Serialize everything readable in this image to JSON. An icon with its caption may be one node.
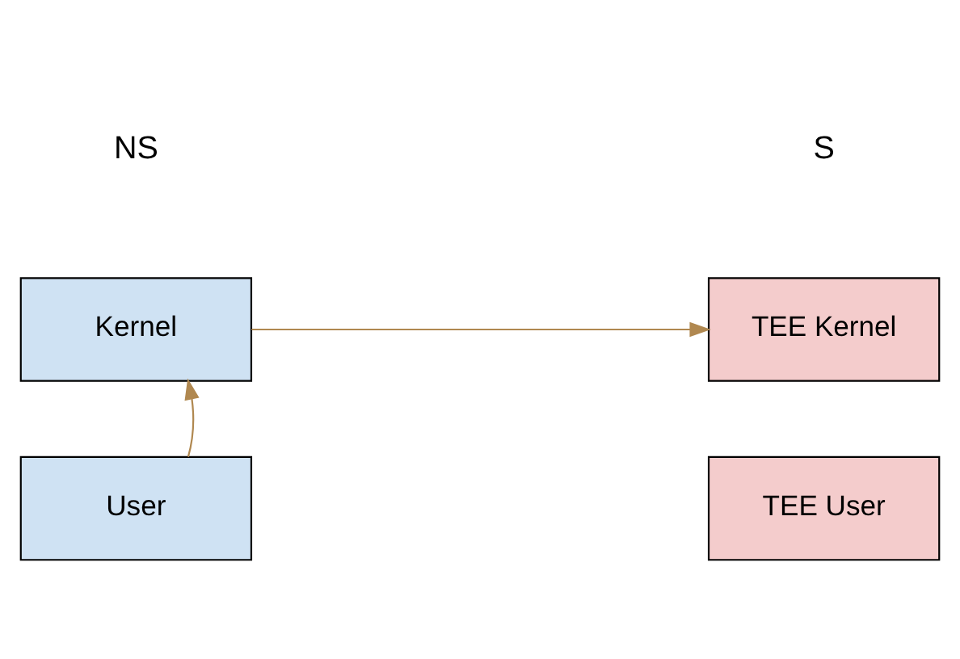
{
  "diagram": {
    "nodes": [
      {
        "text": [
          "Kernel"
        ]
      },
      {
        "text": [
          "User"
        ]
      },
      {
        "text": [
          "TEE Kernel"
        ]
      },
      {
        "text": [
          "TEE User"
        ]
      }
    ],
    "edges": [
      {
        "from": 1,
        "to": 0,
        "arrow": "to"
      },
      {
        "from": 0,
        "to": 2,
        "arrow": "to"
      }
    ],
    "labels": [
      "NS",
      "S"
    ]
  }
}
